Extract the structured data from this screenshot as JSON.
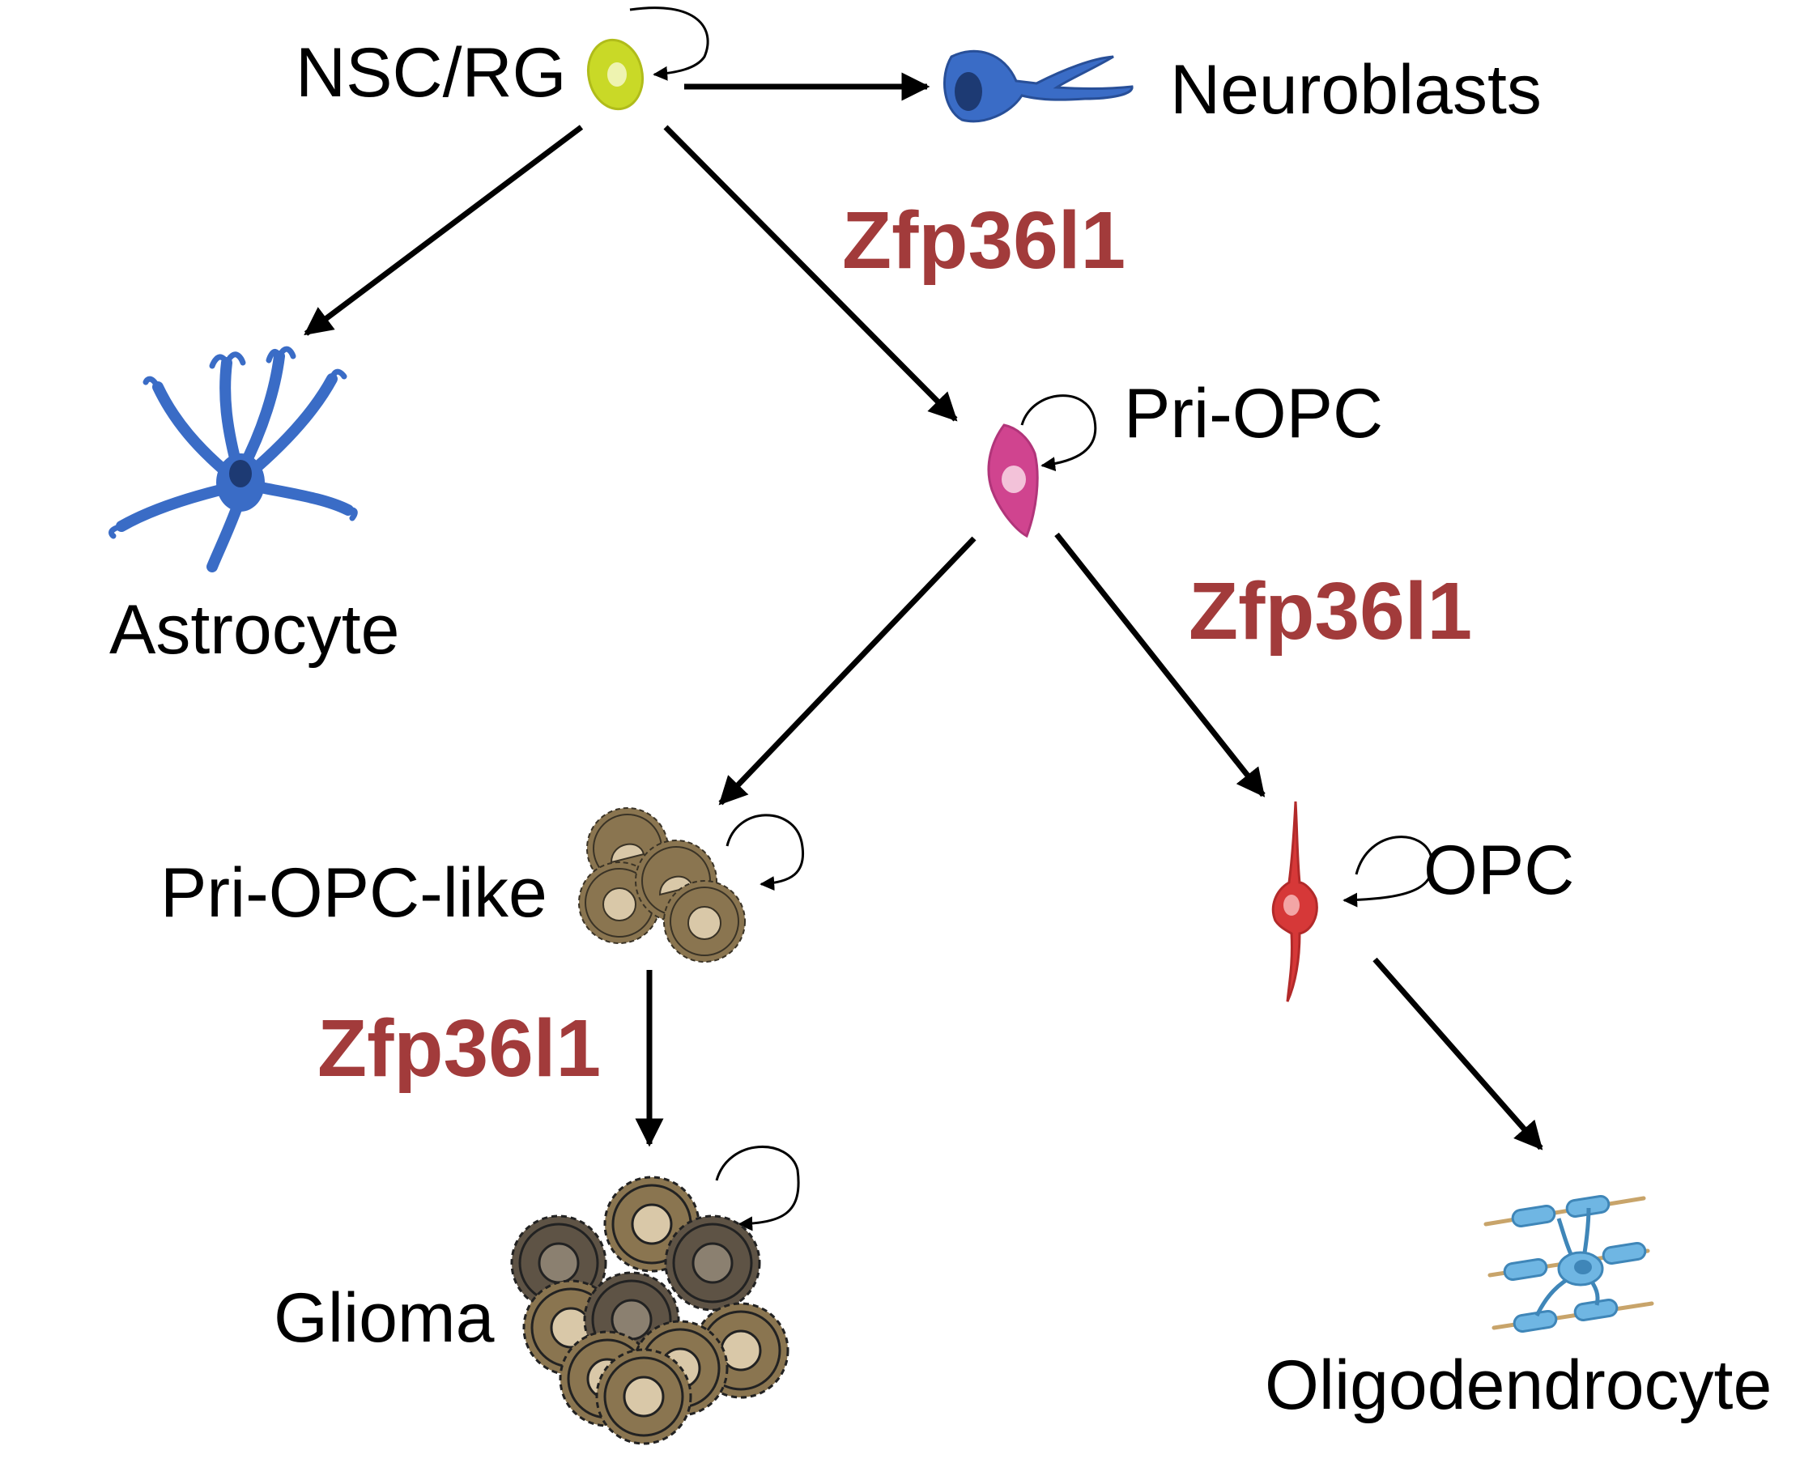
{
  "nodes": {
    "nsc": "NSC/RG",
    "neuroblasts": "Neuroblasts",
    "astrocyte": "Astrocyte",
    "pri_opc": "Pri-OPC",
    "pri_opc_like": "Pri-OPC-like",
    "opc": "OPC",
    "glioma": "Glioma",
    "oligodendrocyte": "Oligodendrocyte"
  },
  "regulators": {
    "nsc_to_pri_opc": "Zfp36l1",
    "pri_opc_to_opc": "Zfp36l1",
    "pri_opc_like_to_glioma": "Zfp36l1"
  },
  "colors": {
    "regulator": "#a23b3b",
    "nsc_cell": "#c9d927",
    "neuroblast_cell": "#3a6cc6",
    "astrocyte_cell": "#3a6cc6",
    "pri_opc_cell": "#d0448f",
    "opc_cell": "#d63838",
    "glioma_cell": "#8a7550",
    "oligodendrocyte_cell": "#6fb6e3"
  }
}
